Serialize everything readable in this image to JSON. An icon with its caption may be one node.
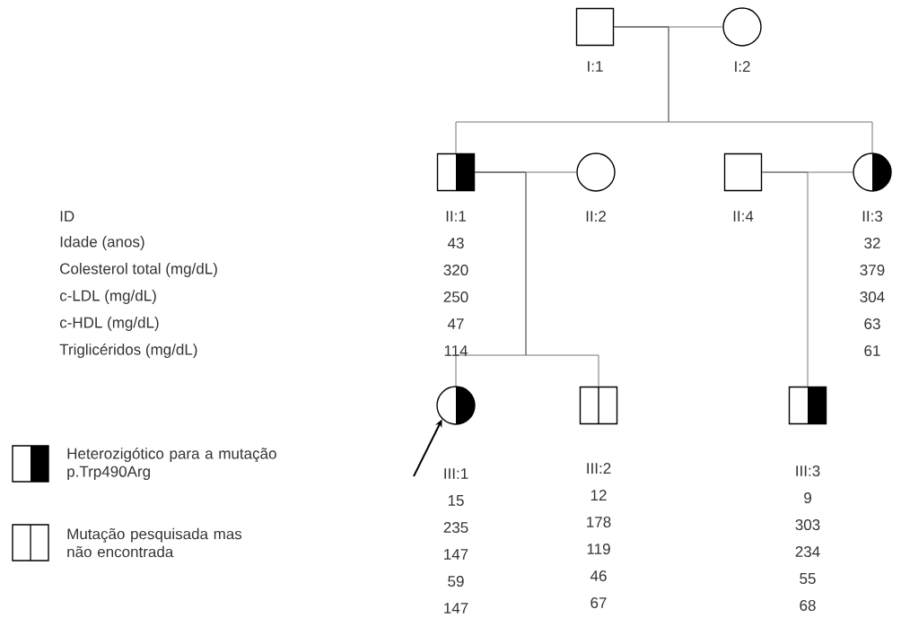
{
  "diagram": {
    "nodes": [
      {
        "text": [],
        "shape": "box",
        "beside": [
          "I:1"
        ]
      },
      {
        "text": [],
        "shape": "circle",
        "beside": [
          "I:2"
        ]
      },
      {
        "text": [],
        "shape": "box",
        "beside": [
          "II:1",
          "43",
          "320",
          "250",
          "47",
          "114"
        ]
      },
      {
        "text": [],
        "shape": "circle",
        "beside": [
          "II:2"
        ]
      },
      {
        "text": [],
        "shape": "box",
        "beside": [
          "II:4"
        ]
      },
      {
        "text": [],
        "shape": "circle",
        "beside": [
          "II:3",
          "32",
          "379",
          "304",
          "63",
          "61"
        ]
      },
      {
        "text": [],
        "shape": "circle",
        "beside": [
          "III:1",
          "15",
          "235",
          "147",
          "59",
          "147"
        ]
      },
      {
        "text": [],
        "shape": "box",
        "beside": [
          "III:2",
          "12",
          "178",
          "119",
          "46",
          "67"
        ]
      },
      {
        "text": [],
        "shape": "box",
        "beside": [
          "III:3",
          "9",
          "303",
          "234",
          "55",
          "68"
        ]
      }
    ],
    "edges": [
      {
        "from": 0,
        "to": 1,
        "arrow": "none"
      },
      {
        "from": 0,
        "to": 2,
        "arrow": "none"
      },
      {
        "from": 0,
        "to": 5,
        "arrow": "none"
      },
      {
        "from": 2,
        "to": 3,
        "arrow": "none"
      },
      {
        "from": 4,
        "to": 5,
        "arrow": "none"
      },
      {
        "from": 2,
        "to": 6,
        "arrow": "none"
      },
      {
        "from": 2,
        "to": 7,
        "arrow": "none"
      },
      {
        "from": 4,
        "to": 8,
        "arrow": "none"
      },
      {
        "from": null,
        "to": 6,
        "arrow": "to",
        "color": "#000000"
      }
    ],
    "labels": [
      "ID",
      "Idade (anos)",
      "Colesterol total (mg/dL)",
      "c-LDL (mg/dL)",
      "c-HDL (mg/dL)",
      "Triglicéridos (mg/dL)"
    ],
    "legend": [
      {
        "text": "Heterozigótico para a mutação p.Trp490Arg"
      },
      {
        "text": "Mutação pesquisada mas não encontrada"
      }
    ]
  }
}
